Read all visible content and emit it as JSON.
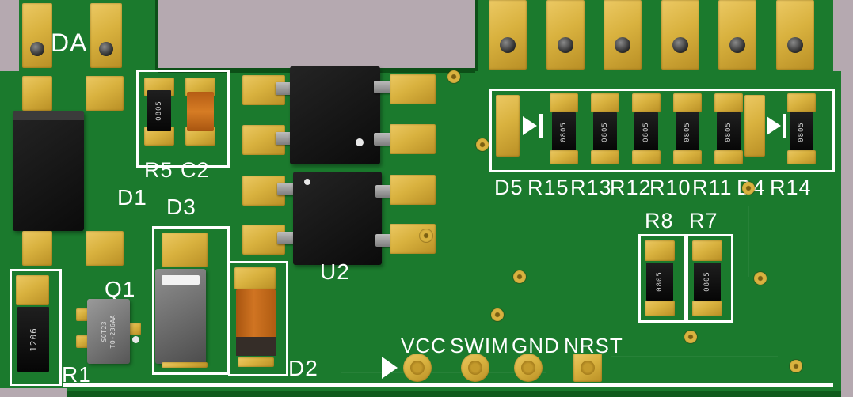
{
  "scene": {
    "type": "pcb-3d-render"
  },
  "colors": {
    "background": "#b5a9b0",
    "board": "#1b7a2d",
    "board_edge": "#0c4f17",
    "pad_gold": "#d9b23f",
    "silkscreen": "#ffffff",
    "component_body": "#0b0b0b",
    "capacitor_orange": "#d07422"
  },
  "silkscreen": {
    "da": "DA",
    "d1": "D1",
    "r5": "R5",
    "c2": "C2",
    "d3": "D3",
    "q1": "Q1",
    "r1": "R1",
    "d2": "D2",
    "u2": "U2",
    "r8": "R8",
    "r7": "R7"
  },
  "markings": {
    "r5": "0805",
    "r1": "1206",
    "r8": "0805",
    "r7": "0805",
    "q1_line1": "SOT23",
    "q1_line2": "TO-236AA"
  },
  "resistor_row": [
    {
      "label": "D5"
    },
    {
      "label": "R15",
      "marking": "0805"
    },
    {
      "label": "R13",
      "marking": "0805"
    },
    {
      "label": "R12",
      "marking": "0805"
    },
    {
      "label": "R10",
      "marking": "0805"
    },
    {
      "label": "R11",
      "marking": "0805"
    },
    {
      "label": "D4"
    },
    {
      "label": "R14",
      "marking": "0805"
    }
  ],
  "connector": {
    "pins": [
      "VCC",
      "SWIM",
      "GND",
      "NRST"
    ]
  }
}
